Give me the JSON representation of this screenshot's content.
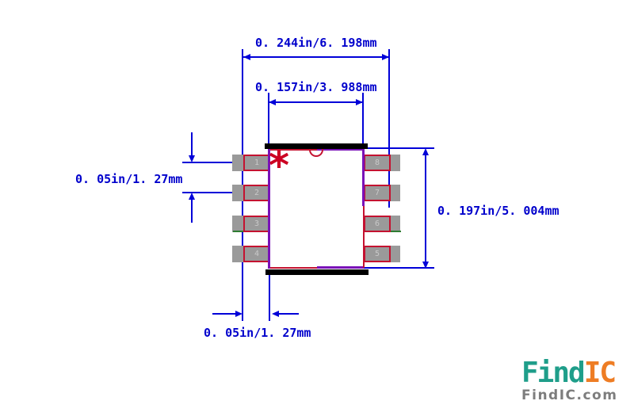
{
  "drawing": {
    "title_implicit": "SOIC-8 package footprint dimension drawing",
    "dimensions": {
      "top_outer": "0. 244in/6. 198mm",
      "top_inner": "0. 157in/3. 988mm",
      "left_pitch": "0. 05in/1. 27mm",
      "right_height": "0. 197in/5. 004mm",
      "bottom_offset": "0. 05in/1. 27mm"
    },
    "pin1_marker": "*",
    "pins": {
      "left": [
        "1",
        "2",
        "3",
        "4"
      ],
      "right": [
        "8",
        "7",
        "6",
        "5"
      ]
    }
  },
  "colors": {
    "dimension_blue": "#0000d8",
    "dimension_text_blue": "#0000cc",
    "body_red": "#c41230",
    "marker_red": "#cc0022",
    "overlap_purple": "#7a12b8",
    "pad_gray": "#9a9a9a",
    "pin_number_gray": "#c9c9c9",
    "tick_green": "#2e7d32",
    "bar_black": "#000000",
    "logo_teal": "#1f9e8a",
    "logo_orange": "#ee7d24",
    "logo_gray": "#7d7d7d"
  },
  "logo": {
    "brand_part1": "Find",
    "brand_part2": "IC",
    "domain_text": "FindIC.com"
  }
}
